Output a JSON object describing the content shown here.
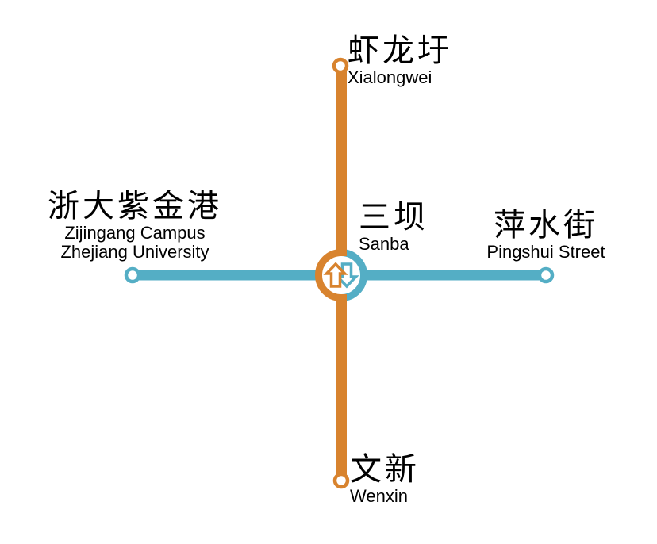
{
  "colors": {
    "line_orange": "#D8832E",
    "line_teal": "#54AEC5",
    "text": "#000000",
    "background": "#FFFFFF"
  },
  "map": {
    "type": "metro-interchange-diagram",
    "center_station": {
      "zh": "三坝",
      "en": "Sanba"
    },
    "orange_line": {
      "orientation": "vertical",
      "stations": {
        "north_terminal": {
          "zh": "虾龙圩",
          "en": "Xialongwei"
        },
        "south_terminal": {
          "zh": "文新",
          "en": "Wenxin"
        }
      }
    },
    "teal_line": {
      "orientation": "horizontal",
      "stations": {
        "west_terminal": {
          "zh": "浙大紫金港",
          "en_line1": "Zijingang Campus",
          "en_line2": "Zhejiang University"
        },
        "east_terminal": {
          "zh": "萍水街",
          "en": "Pingshui Street"
        }
      }
    },
    "interchange_icon": "transfer-arrows"
  }
}
